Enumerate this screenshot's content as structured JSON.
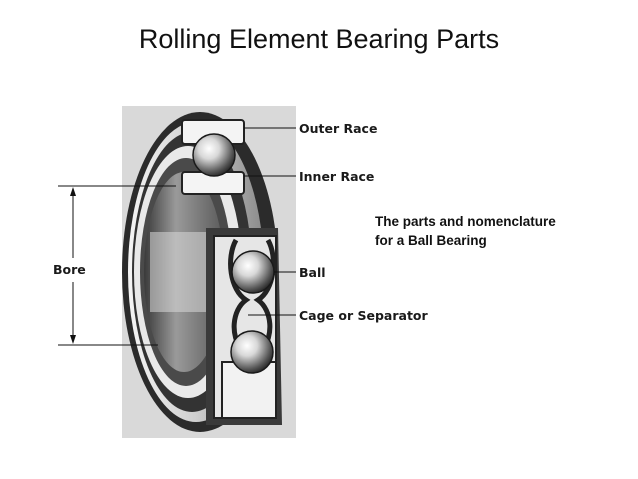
{
  "slide": {
    "title": "Rolling Element Bearing Parts"
  },
  "labels": {
    "outer_race": "Outer Race",
    "inner_race": "Inner Race",
    "ball": "Ball",
    "cage": "Cage or Separator",
    "bore": "Bore"
  },
  "caption": {
    "line1": "The parts and nomenclature",
    "line2": "for a Ball Bearing"
  },
  "colors": {
    "background": "#ffffff",
    "photo_background": "#d9d9d9",
    "metal_dark": "#2b2b2b",
    "metal_light": "#f2f2f2"
  }
}
